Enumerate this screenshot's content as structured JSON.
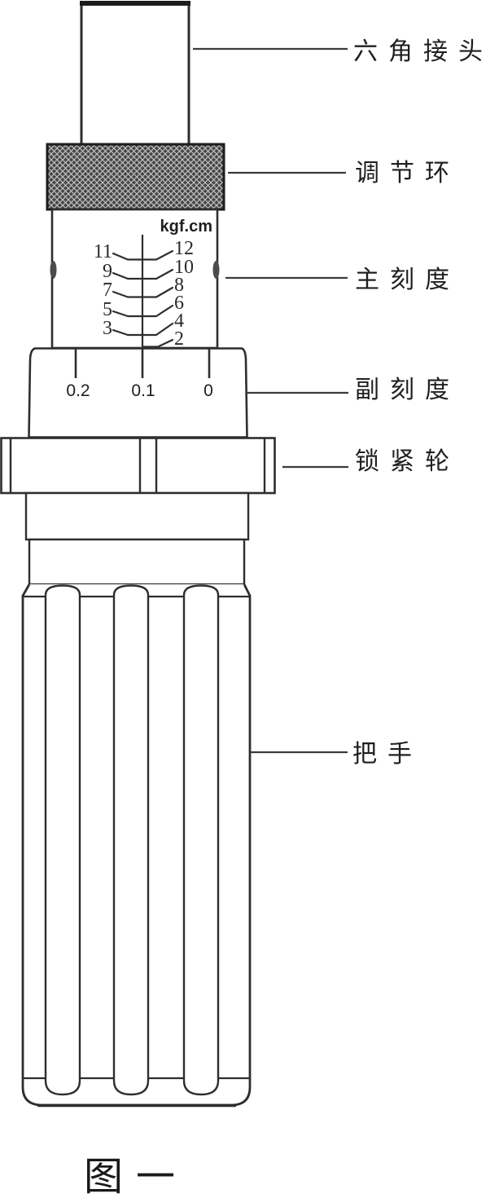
{
  "figure": {
    "caption": "图一",
    "scale_unit": "kgf.cm",
    "callouts": {
      "hex_connector": "六角接头",
      "adjust_ring": "调节环",
      "main_scale": "主刻度",
      "sub_scale": "副刻度",
      "lock_wheel": "锁紧轮",
      "handle": "把手"
    },
    "main_scale_numbers": {
      "left": [
        "11",
        "9",
        "7",
        "5",
        "3"
      ],
      "right": [
        "12",
        "10",
        "8",
        "6",
        "4",
        "2"
      ]
    },
    "sub_scale_ticks": [
      "0.2",
      "0.1",
      "0"
    ],
    "colors": {
      "line": "#2e2e2e",
      "text": "#222222"
    }
  }
}
